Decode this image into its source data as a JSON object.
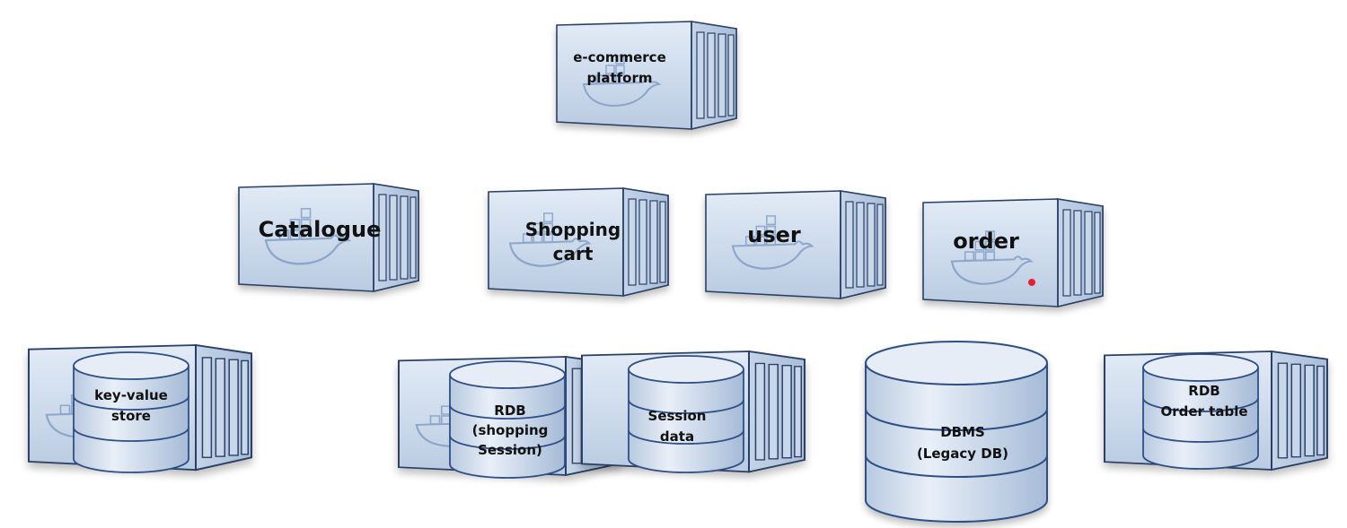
{
  "diagram": {
    "platform": {
      "line1": "e-commerce",
      "line2": "platform"
    },
    "services": {
      "catalogue": {
        "line1": "Catalogue"
      },
      "cart": {
        "line1": "Shopping",
        "line2": "cart"
      },
      "user": {
        "line1": "user"
      },
      "order": {
        "line1": "order"
      }
    },
    "stores": {
      "kv": {
        "line1": "key-value",
        "line2": "store"
      },
      "rdb_session": {
        "line1": "RDB",
        "line2": "(shopping",
        "line3": "Session)"
      },
      "session_data": {
        "line1": "Session",
        "line2": "data"
      },
      "dbms": {
        "line1": "DBMS",
        "line2": "(Legacy DB)"
      },
      "rdb_order": {
        "line1": "RDB",
        "line2": "Order table"
      }
    }
  },
  "colors": {
    "container_front": "#cfdcec",
    "container_side": "#b4c7de",
    "container_stroke": "#2b3f66",
    "cylinder_fill": "#d2deec",
    "cylinder_stroke": "#2f4f86",
    "whale": "#5b7fb0",
    "cursor_dot": "#e8202a"
  }
}
